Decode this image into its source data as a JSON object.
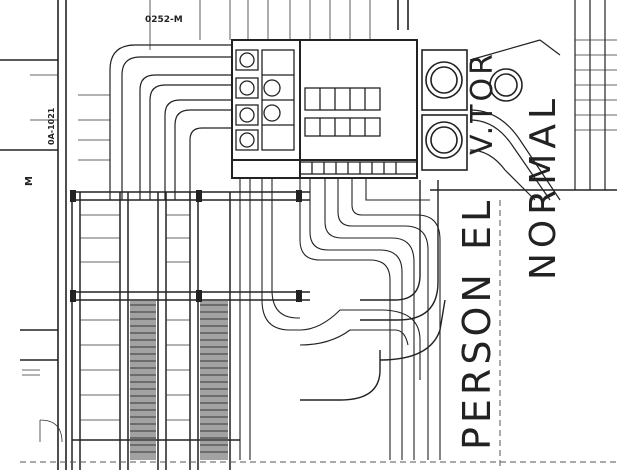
{
  "drawing": {
    "labels": {
      "tag_top": "0252-M",
      "tag_side": "0A-1021",
      "mark_left": "M",
      "person": "PERSON",
      "el": "EL",
      "vator": "V.TOR",
      "normal": "NORMAL"
    },
    "colors": {
      "background": "#ffffff",
      "linework": "#222222"
    }
  }
}
